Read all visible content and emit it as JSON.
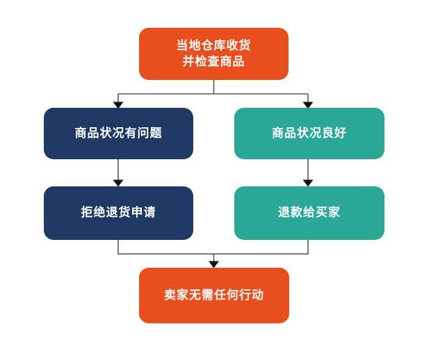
{
  "diagram": {
    "type": "flowchart",
    "nodes": {
      "receive_warehouse": {
        "line1": "当地仓库收货",
        "line2": "并检查商品"
      },
      "condition_issue": {
        "label": "商品状况有问题"
      },
      "condition_good": {
        "label": "商品状况良好"
      },
      "reject_return": {
        "label": "拒绝退货申请"
      },
      "refund_buyer": {
        "label": "退款给买家"
      },
      "no_action": {
        "label": "卖家无需任何行动"
      }
    },
    "edges": [
      {
        "from": "receive_warehouse",
        "to": "condition_issue"
      },
      {
        "from": "receive_warehouse",
        "to": "condition_good"
      },
      {
        "from": "condition_issue",
        "to": "reject_return"
      },
      {
        "from": "condition_good",
        "to": "refund_buyer"
      },
      {
        "from": "reject_return",
        "to": "no_action"
      },
      {
        "from": "refund_buyer",
        "to": "no_action"
      }
    ],
    "colors": {
      "orange": "#E84E1E",
      "navy": "#1F3864",
      "teal": "#2AA796",
      "connector_line": "#595959",
      "arrowhead": "#101010",
      "background": "#FFFFFF",
      "text": "#FFFFFF"
    }
  }
}
